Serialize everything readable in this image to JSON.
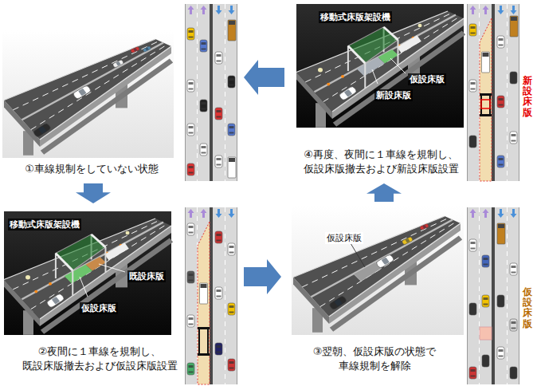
{
  "diagram": {
    "nodes": [
      {
        "text": [
          "①車線規制をしていない状態"
        ]
      },
      {
        "text": [
          "②夜間に１車線を規制し、 既設床版撤去および仮設床版設置"
        ]
      },
      {
        "text": [
          "③翌朝、仮設床版の状態で 車線規制を解除"
        ]
      },
      {
        "text": [
          "④再度、夜間に１車線を規制し、 仮設床版撤去および新設床版設置"
        ]
      }
    ],
    "edges": [
      {
        "from": 0,
        "to": 1,
        "arrow": "to"
      },
      {
        "from": 1,
        "to": 2,
        "arrow": "to"
      },
      {
        "from": 2,
        "to": 3,
        "arrow": "to"
      },
      {
        "from": 3,
        "to": 0,
        "arrow": "to"
      }
    ],
    "labels": [
      "移動式床版架設機",
      "仮設床版",
      "新設床版",
      "新設床版",
      "移動式床版架設機",
      "既設床版",
      "仮設床版",
      "仮設床版",
      "仮設床版"
    ]
  }
}
